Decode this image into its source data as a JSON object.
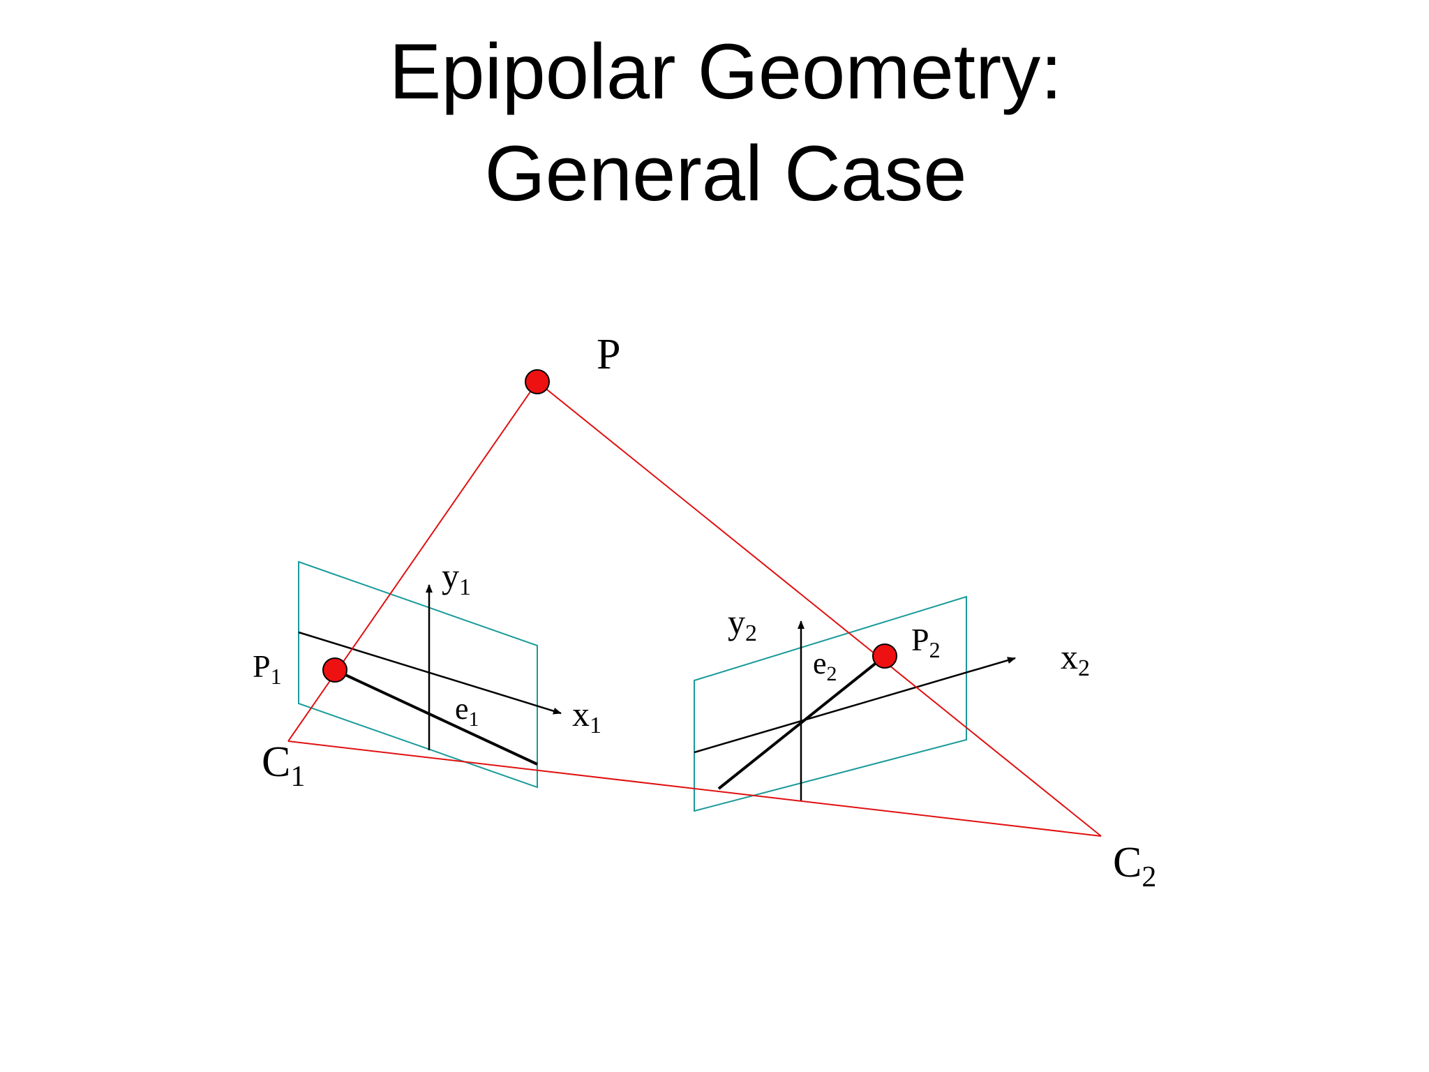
{
  "slide": {
    "title_line1": "Epipolar Geometry:",
    "title_line2": "General Case"
  },
  "colors": {
    "ray": "#e01010",
    "image_plane": "#1a9a9a",
    "axis": "#000000",
    "point_fill": "#ee1111",
    "point_stroke": "#000000"
  },
  "labels": {
    "P": "P",
    "P1_main": "P",
    "P1_sub": "1",
    "P2_main": "P",
    "P2_sub": "2",
    "C1_main": "C",
    "C1_sub": "1",
    "C2_main": "C",
    "C2_sub": "2",
    "y1_main": "y",
    "y1_sub": "1",
    "y2_main": "y",
    "y2_sub": "2",
    "x1_main": "x",
    "x1_sub": "1",
    "x2_main": "x",
    "x2_sub": "2",
    "e1_main": "e",
    "e1_sub": "1",
    "e2_main": "e",
    "e2_sub": "2"
  }
}
